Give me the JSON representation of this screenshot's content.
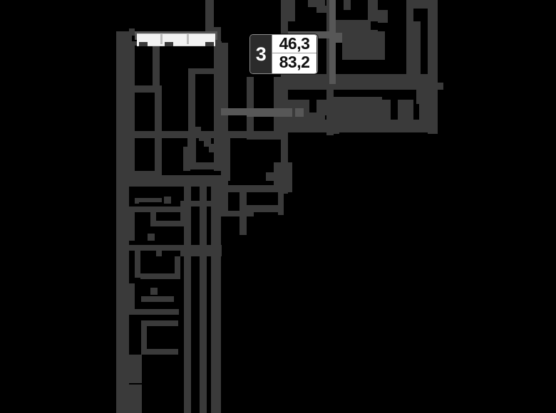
{
  "plan": {
    "type": "apartment-floor-plan",
    "background_color": "#000000",
    "wall_color": "#3a3a3a",
    "wall_highlight_color": "#575757",
    "glazing_color": "#f2f2f2",
    "badge": {
      "rooms": "3",
      "area_total": "46,3",
      "area_living": "83,2",
      "rooms_bg": "#2b2b2b",
      "area_bg": "#ffffff",
      "border": "#8c8c8c"
    }
  },
  "geometry": {
    "walls": [
      [
        163,
        44,
        18,
        536
      ],
      [
        163,
        44,
        22,
        14
      ],
      [
        288,
        0,
        12,
        44
      ],
      [
        296,
        38,
        14,
        20
      ],
      [
        181,
        40,
        8,
        10
      ],
      [
        181,
        58,
        130,
        6
      ],
      [
        181,
        58,
        8,
        132
      ],
      [
        214,
        64,
        10,
        62
      ],
      [
        181,
        120,
        46,
        10
      ],
      [
        217,
        126,
        10,
        64
      ],
      [
        264,
        96,
        10,
        96
      ],
      [
        264,
        96,
        46,
        8
      ],
      [
        300,
        64,
        10,
        128
      ],
      [
        163,
        184,
        232,
        10
      ],
      [
        181,
        190,
        8,
        62
      ],
      [
        181,
        240,
        46,
        10
      ],
      [
        217,
        194,
        10,
        58
      ],
      [
        263,
        194,
        12,
        42
      ],
      [
        263,
        228,
        40,
        10
      ],
      [
        300,
        194,
        10,
        46
      ],
      [
        272,
        178,
        10,
        12
      ],
      [
        279,
        186,
        10,
        12
      ],
      [
        286,
        194,
        10,
        12
      ],
      [
        293,
        202,
        10,
        12
      ],
      [
        257,
        206,
        18,
        10
      ],
      [
        257,
        214,
        10,
        26
      ],
      [
        313,
        194,
        10,
        60
      ],
      [
        181,
        246,
        130,
        8
      ],
      [
        310,
        60,
        10,
        200
      ],
      [
        346,
        108,
        10,
        86
      ],
      [
        346,
        186,
        48,
        10
      ],
      [
        384,
        108,
        10,
        88
      ],
      [
        384,
        228,
        26,
        42
      ],
      [
        373,
        242,
        24,
        12
      ],
      [
        163,
        254,
        148,
        8
      ],
      [
        189,
        278,
        6,
        8
      ],
      [
        195,
        278,
        32,
        6
      ],
      [
        230,
        276,
        10,
        10
      ],
      [
        181,
        290,
        8,
        48
      ],
      [
        181,
        290,
        80,
        8
      ],
      [
        211,
        296,
        8,
        22
      ],
      [
        211,
        310,
        42,
        8
      ],
      [
        253,
        290,
        8,
        28
      ],
      [
        207,
        328,
        10,
        10
      ],
      [
        181,
        344,
        130,
        8
      ],
      [
        189,
        352,
        8,
        38
      ],
      [
        219,
        352,
        8,
        8
      ],
      [
        197,
        384,
        54,
        8
      ],
      [
        245,
        360,
        8,
        32
      ],
      [
        211,
        404,
        10,
        10
      ],
      [
        198,
        416,
        46,
        8
      ],
      [
        181,
        398,
        8,
        44
      ],
      [
        181,
        434,
        70,
        8
      ],
      [
        198,
        450,
        52,
        8
      ],
      [
        198,
        450,
        8,
        46
      ],
      [
        198,
        490,
        52,
        8
      ],
      [
        181,
        498,
        18,
        40
      ],
      [
        181,
        540,
        18,
        40
      ],
      [
        258,
        254,
        10,
        326
      ],
      [
        280,
        262,
        10,
        318
      ],
      [
        296,
        254,
        14,
        326
      ],
      [
        253,
        352,
        58,
        8
      ],
      [
        253,
        282,
        58,
        8
      ],
      [
        302,
        254,
        8,
        162
      ],
      [
        302,
        420,
        8,
        160
      ],
      [
        310,
        260,
        86,
        10
      ],
      [
        310,
        260,
        10,
        44
      ],
      [
        336,
        262,
        10,
        30
      ],
      [
        310,
        296,
        46,
        8
      ],
      [
        336,
        292,
        10,
        38
      ],
      [
        346,
        288,
        50,
        10
      ],
      [
        390,
        260,
        8,
        42
      ],
      [
        394,
        104,
        10,
        168
      ],
      [
        394,
        104,
        218,
        12
      ],
      [
        394,
        0,
        10,
        116
      ],
      [
        404,
        0,
        10,
        30
      ],
      [
        432,
        0,
        24,
        10
      ],
      [
        444,
        8,
        24,
        10
      ],
      [
        458,
        0,
        10,
        116
      ],
      [
        458,
        0,
        10,
        190
      ],
      [
        404,
        116,
        218,
        10
      ],
      [
        404,
        140,
        30,
        22
      ],
      [
        404,
        158,
        52,
        10
      ],
      [
        444,
        140,
        14,
        22
      ],
      [
        466,
        136,
        10,
        52
      ],
      [
        476,
        136,
        60,
        32
      ],
      [
        536,
        140,
        12,
        28
      ],
      [
        558,
        140,
        22,
        28
      ],
      [
        588,
        140,
        22,
        28
      ],
      [
        404,
        168,
        210,
        18
      ],
      [
        466,
        28,
        54,
        30
      ],
      [
        486,
        42,
        44,
        26
      ],
      [
        480,
        44,
        60,
        40
      ],
      [
        482,
        0,
        10,
        14
      ],
      [
        516,
        0,
        14,
        30
      ],
      [
        530,
        14,
        14,
        18
      ],
      [
        570,
        0,
        10,
        116
      ],
      [
        580,
        0,
        26,
        12
      ],
      [
        580,
        30,
        10,
        86
      ],
      [
        600,
        0,
        14,
        188
      ],
      [
        584,
        116,
        26,
        24
      ],
      [
        584,
        120,
        10,
        26
      ]
    ],
    "walls_light": [
      [
        462,
        0,
        9,
        118
      ],
      [
        466,
        46,
        14,
        14
      ],
      [
        404,
        44,
        64,
        10
      ],
      [
        346,
        152,
        64,
        12
      ],
      [
        310,
        152,
        40,
        10
      ],
      [
        414,
        152,
        12,
        12
      ]
    ],
    "glazing": {
      "frame": [
        189,
        44,
        116,
        12
      ],
      "glass": [
        192,
        47,
        110,
        16
      ],
      "mullions": [
        [
          225,
          48,
          3,
          14
        ],
        [
          262,
          48,
          3,
          14
        ]
      ],
      "posts": [
        [
          195,
          59,
          12,
          6
        ],
        [
          231,
          59,
          12,
          6
        ],
        [
          288,
          59,
          12,
          6
        ]
      ]
    },
    "badge_rect": [
      350,
      48,
      94,
      54
    ]
  }
}
